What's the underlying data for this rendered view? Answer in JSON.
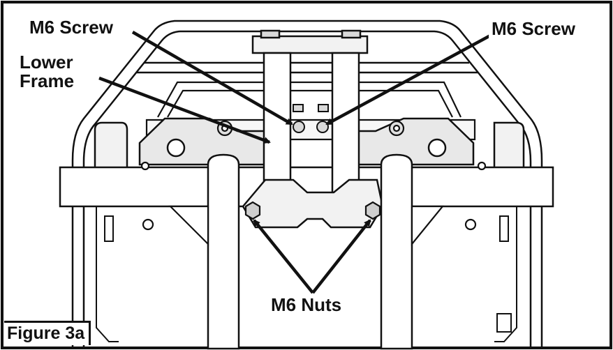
{
  "callouts": {
    "m6_screw_left": "M6 Screw",
    "m6_screw_right": "M6 Screw",
    "lower_frame_line1": "Lower",
    "lower_frame_line2": "Frame",
    "m6_nuts": "M6 Nuts"
  },
  "figure_caption": "Figure 3a",
  "colors": {
    "line": "#111111",
    "fill_light": "#f2f2f2",
    "fill_mid": "#d9d9d9",
    "background": "#ffffff"
  },
  "icons": [
    "hex-nut-icon",
    "screw-head-icon",
    "bolt-head-icon"
  ]
}
